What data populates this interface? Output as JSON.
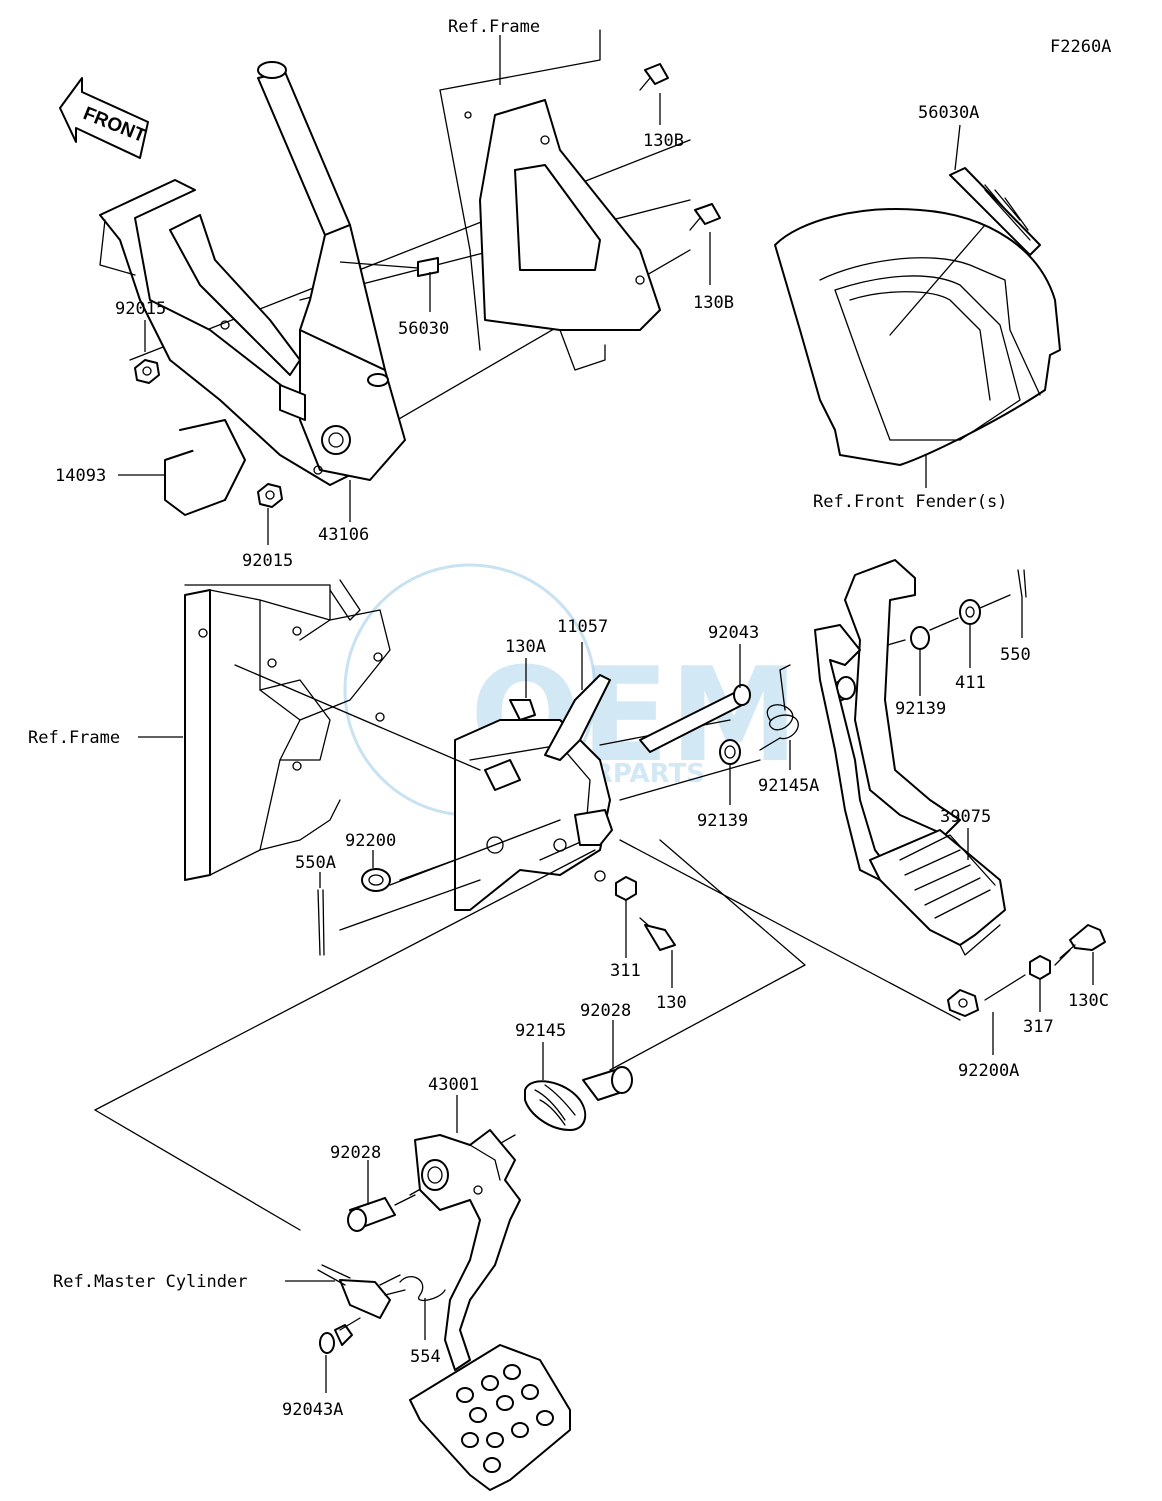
{
  "diagram_code": "F2260A",
  "front_arrow_text": "FRONT",
  "watermark": {
    "main": "OEM",
    "sub": "MOTORPARTS"
  },
  "references": {
    "frame_top": "Ref.Frame",
    "frame_left": "Ref.Frame",
    "front_fender": "Ref.Front Fender(s)",
    "master_cylinder": "Ref.Master Cylinder"
  },
  "part_labels": [
    "130B",
    "130B",
    "56030A",
    "92015",
    "56030",
    "14093",
    "43106",
    "92015",
    "130A",
    "11057",
    "92043",
    "550",
    "411",
    "92139",
    "92139",
    "92145A",
    "39075",
    "92200",
    "550A",
    "311",
    "130",
    "92028",
    "92145",
    "43001",
    "92028",
    "317",
    "130C",
    "92200A",
    "554",
    "92043A"
  ]
}
